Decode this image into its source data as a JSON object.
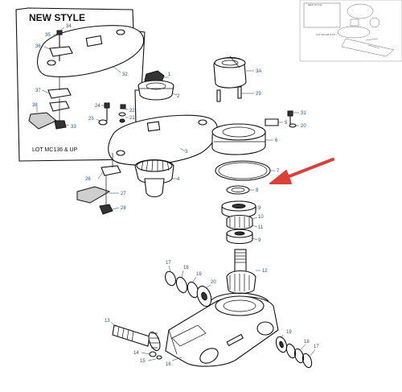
{
  "inset": {
    "title": "NEW STYLE",
    "lot_text": "LOT MC136 & UP",
    "part_numbers": [
      "34",
      "35",
      "36",
      "32",
      "37",
      "38",
      "33"
    ]
  },
  "main": {
    "part_numbers": [
      "1",
      "2",
      "3A",
      "29",
      "24",
      "22",
      "21",
      "25",
      "31",
      "5",
      "20",
      "3",
      "6",
      "7",
      "26",
      "4",
      "27",
      "28",
      "8",
      "9",
      "10",
      "11",
      "9",
      "12",
      "17",
      "18",
      "19",
      "20",
      "13",
      "14",
      "15",
      "16",
      "19",
      "18",
      "17"
    ]
  },
  "colors": {
    "arrow": "#d9403a",
    "part_number": "#2a4f8a"
  }
}
